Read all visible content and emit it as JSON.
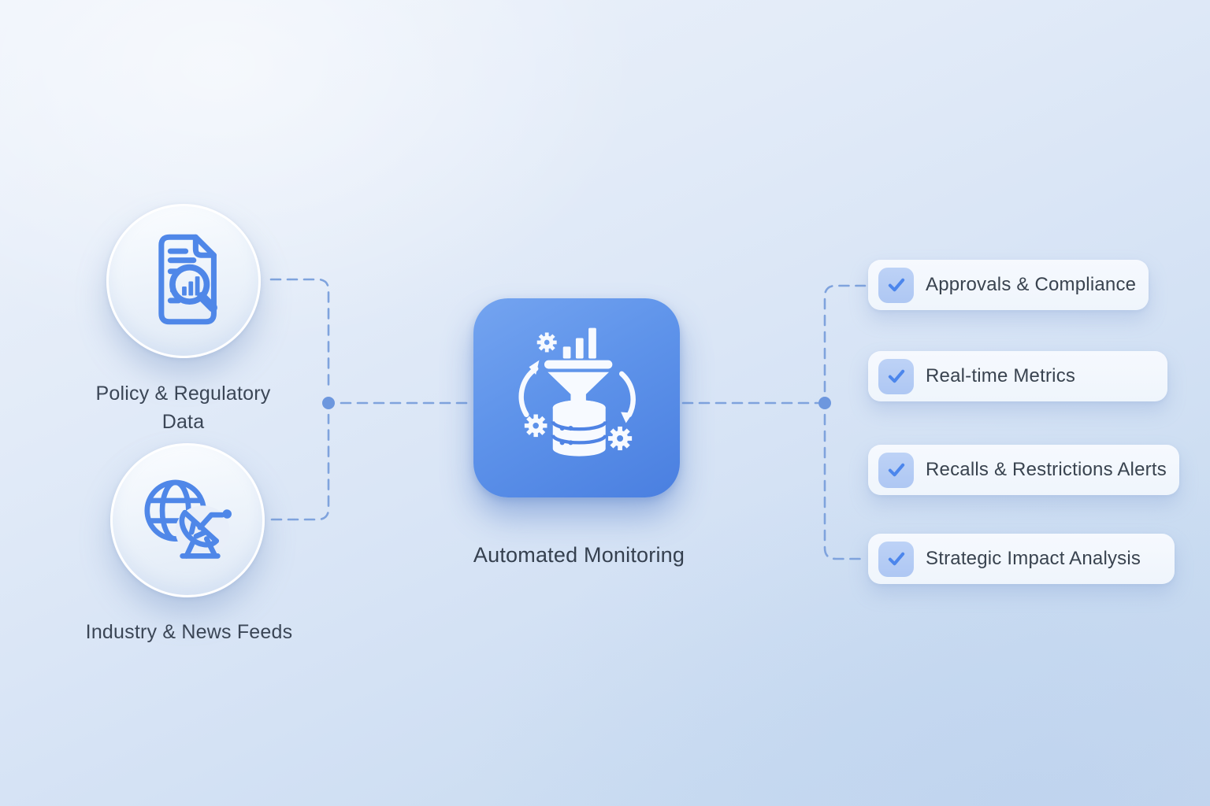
{
  "diagram": {
    "sources": [
      {
        "icon": "document-chart-magnifier-icon",
        "label": "Policy & Regulatory Data",
        "label_line1": "Policy & Regulatory",
        "label_line2": "Data"
      },
      {
        "icon": "globe-satellite-icon",
        "label": "Industry & News Feeds"
      }
    ],
    "hub": {
      "icon": "data-funnel-database-icon",
      "label": "Automated Monitoring"
    },
    "outputs": [
      {
        "label": "Approvals & Compliance",
        "checked": true
      },
      {
        "label": "Real-time Metrics",
        "checked": true
      },
      {
        "label": "Recalls & Restrictions Alerts",
        "checked": true
      },
      {
        "label": "Strategic Impact Analysis",
        "checked": true
      }
    ],
    "colors": {
      "background_top": "#eef3fb",
      "background_bottom": "#c6d8ee",
      "icon_stroke_blue": "#4f87e8",
      "hub_gradient_start": "#74a4f0",
      "hub_gradient_end": "#4a7fe0",
      "connector_dash": "#7fa3dd",
      "junction_dot": "#6d97de",
      "card_background": "#f3f8fd",
      "checkbox_background": "#b5cdf5",
      "checkmark": "#4c86ec",
      "text": "#39434f"
    }
  }
}
